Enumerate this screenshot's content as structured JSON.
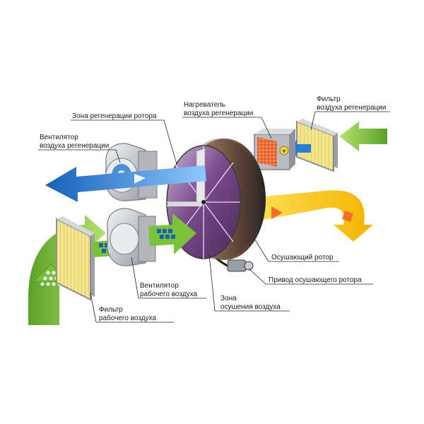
{
  "diagram": {
    "labels": {
      "regen_zone": "Зона регенерации ротора",
      "heater_line1": "Нагреватель",
      "heater_line2": "воздуха регенерации",
      "regen_filter_line1": "Фильтр",
      "regen_filter_line2": "воздуха регенерации",
      "regen_fan_line1": "Вентилятор",
      "regen_fan_line2": "воздуха регенерации",
      "drying_rotor": "Осушающий ротор",
      "rotor_drive": "Привод осушающего ротора",
      "process_fan_line1": "Вентилятор",
      "process_fan_line2": "рабочего воздуха",
      "drying_zone_line1": "Зона",
      "drying_zone_line2": "осушения воздуха",
      "process_filter_line1": "Фильтр",
      "process_filter_line2": "рабочего воздуха"
    },
    "heater_symbol": "+",
    "colors": {
      "rotor_face": "#6e3f80",
      "rotor_rim": "#8a6a55",
      "regen_air": "#2a7fd4",
      "process_air": "#79c23a",
      "dry_air": "#f7cf1a",
      "heater": "#e2592a",
      "filter": "#f1e07a",
      "fan": "#c9ccd0"
    }
  }
}
